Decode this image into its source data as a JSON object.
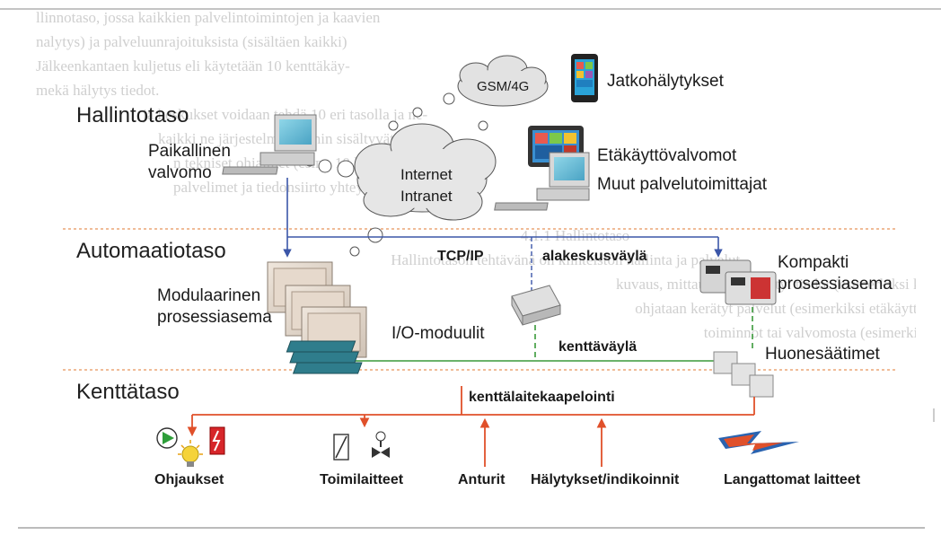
{
  "levels": {
    "management": "Hallintotaso",
    "automation": "Automaatiotaso",
    "field": "Kenttätaso"
  },
  "nodes": {
    "local_station_line1": "Paikallinen",
    "local_station_line2": "valvomo",
    "gsm": "GSM/4G",
    "forwarded_alarms": "Jatkohälytykset",
    "internet": "Internet",
    "intranet": "Intranet",
    "remote_stations": "Etäkäyttövalvomot",
    "service_providers": "Muut palvelutoimittajat",
    "modular_line1": "Modulaarinen",
    "modular_line2": "prosessiasema",
    "compact_line1": "Kompakti",
    "compact_line2": "prosessiasema",
    "io_modules": "I/O-moduulit",
    "room_controllers": "Huonesäätimet"
  },
  "buses": {
    "tcpip": "TCP/IP",
    "substation_bus": "alakeskusväylä",
    "fieldbus": "kenttäväylä",
    "field_cabling": "kenttälaitekaapelointi"
  },
  "devices": {
    "controls": "Ohjaukset",
    "actuators": "Toimilaitteet",
    "sensors": "Anturit",
    "alarms": "Hälytykset/indikoinnit",
    "wireless": "Langattomat laitteet"
  },
  "colors": {
    "tcp_line": "#3b56a8",
    "field_line": "#3a9a3a",
    "cabling": "#e0502a",
    "level_divider": "#e8955a"
  }
}
